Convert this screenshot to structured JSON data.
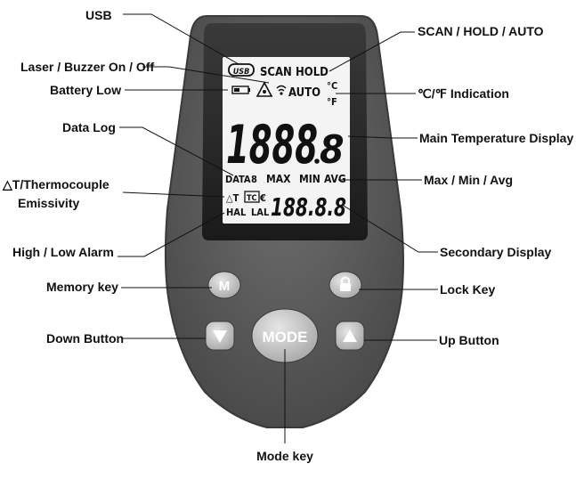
{
  "callouts": {
    "usb": "USB",
    "laser_buzzer": "Laser / Buzzer On / Off",
    "battery_low": "Battery Low",
    "data_log": "Data Log",
    "thermocouple_line1": "△T/Thermocouple",
    "thermocouple_line2": "Emissivity",
    "high_low_alarm": "High / Low Alarm",
    "memory_key": "Memory key",
    "down_button": "Down Button",
    "scan_hold_auto": "SCAN / HOLD / AUTO",
    "c_f_indication": "℃/℉ Indication",
    "main_temperature_display": "Main Temperature Display",
    "max_min_avg": "Max / Min / Avg",
    "secondary_display": "Secondary Display",
    "lock_key": "Lock Key",
    "up_button": "Up Button",
    "mode_key": "Mode key"
  },
  "lcd": {
    "usb": "USB",
    "scan": "SCAN",
    "hold": "HOLD",
    "auto": "AUTO",
    "deg_c": "°C",
    "deg_f": "°F",
    "main_digits": "1888",
    "main_decimal_digit": "8",
    "data": "DATA",
    "data_digit": "8",
    "max": "MAX",
    "min": "MIN",
    "avg": "AVG",
    "delta_t": "△T",
    "tc": "TC",
    "epsilon": "€",
    "hal": "HAL",
    "lal": "LAL",
    "secondary_digits": "188.8.8"
  },
  "buttons": {
    "memory": "M",
    "mode": "MODE"
  },
  "colors": {
    "body": "#595959",
    "screen_frame": "#2a2a2a",
    "lcd_background": "#f4f4f4",
    "button": "#d0d0d0"
  },
  "icons": [
    "usb-icon",
    "laser-icon",
    "buzzer-icon",
    "battery-icon",
    "lock-icon",
    "down-arrow-icon",
    "up-arrow-icon"
  ]
}
